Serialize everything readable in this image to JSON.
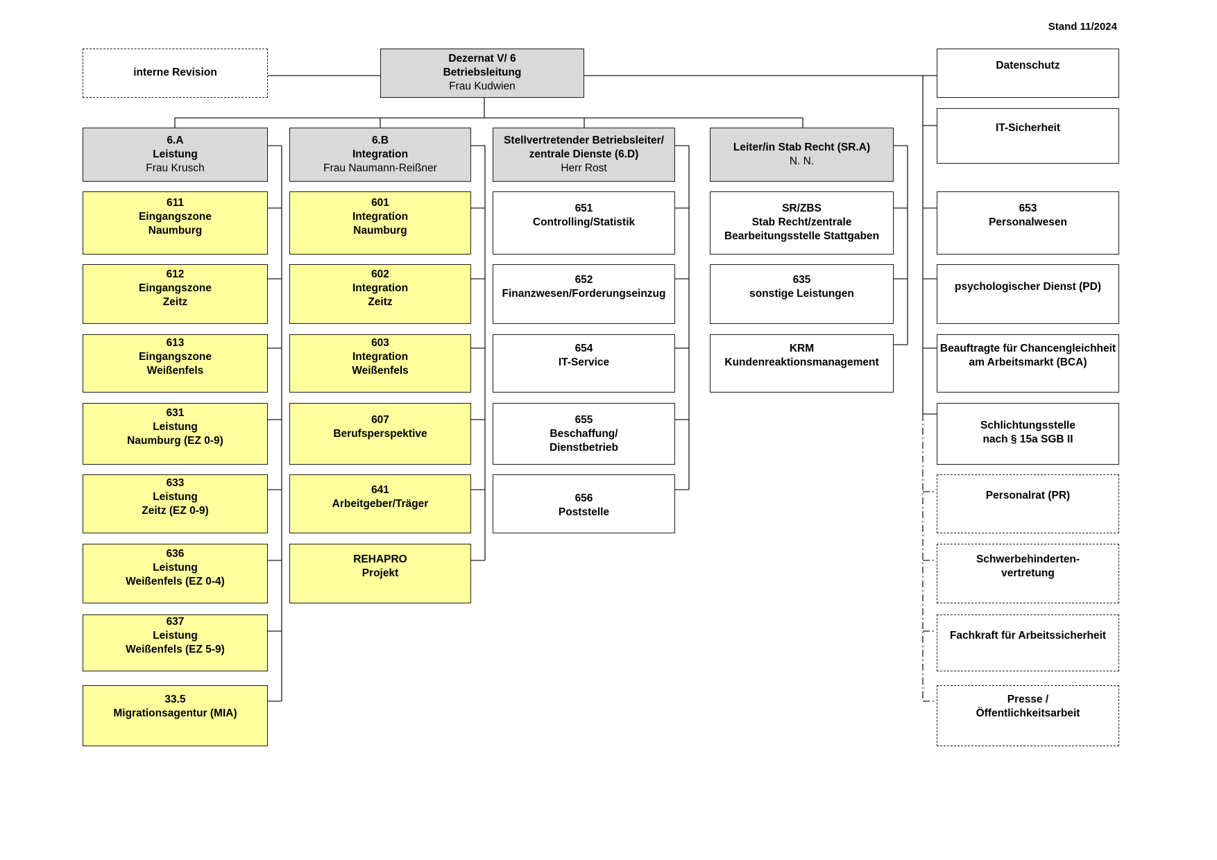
{
  "stand": "Stand 11/2024",
  "top": {
    "revision": "interne Revision",
    "dezernat_title": "Dezernat V/ 6",
    "dezernat_sub": "Betriebsleitung",
    "dezernat_person": "Frau Kudwien"
  },
  "heads": {
    "a": {
      "l1": "6.A",
      "l2": "Leistung",
      "person": "Frau Krusch"
    },
    "b": {
      "l1": "6.B",
      "l2": "Integration",
      "person": "Frau Naumann-Reißner"
    },
    "d": {
      "l1": "Stellvertretender Betriebsleiter/",
      "l2": "zentrale Dienste (6.D)",
      "person": "Herr Rost"
    },
    "sr": {
      "l1": "Leiter/in Stab Recht (SR.A)",
      "person": "N. N."
    }
  },
  "col_a": [
    {
      "l1": "611",
      "l2": "Eingangszone",
      "l3": "Naumburg"
    },
    {
      "l1": "612",
      "l2": "Eingangszone",
      "l3": "Zeitz"
    },
    {
      "l1": "613",
      "l2": "Eingangszone",
      "l3": "Weißenfels"
    },
    {
      "l1": "631",
      "l2": "Leistung",
      "l3": "Naumburg (EZ 0-9)"
    },
    {
      "l1": "633",
      "l2": "Leistung",
      "l3": "Zeitz (EZ 0-9)"
    },
    {
      "l1": "636",
      "l2": "Leistung",
      "l3": "Weißenfels (EZ 0-4)"
    },
    {
      "l1": "637",
      "l2": "Leistung",
      "l3": "Weißenfels (EZ 5-9)"
    },
    {
      "l1": "33.5",
      "l2": "Migrationsagentur (MIA)"
    }
  ],
  "col_b": [
    {
      "l1": "601",
      "l2": "Integration",
      "l3": "Naumburg"
    },
    {
      "l1": "602",
      "l2": "Integration",
      "l3": "Zeitz"
    },
    {
      "l1": "603",
      "l2": "Integration",
      "l3": "Weißenfels"
    },
    {
      "l1": "607",
      "l2": "Berufsperspektive"
    },
    {
      "l1": "641",
      "l2": "Arbeitgeber/Träger"
    },
    {
      "l1": "REHAPRO",
      "l2": "Projekt"
    }
  ],
  "col_d": [
    {
      "l1": "651",
      "l2": "Controlling/Statistik"
    },
    {
      "l1": "652",
      "l2": "Finanzwesen/Forderungseinzug"
    },
    {
      "l1": "654",
      "l2": "IT-Service"
    },
    {
      "l1": "655",
      "l2": "Beschaffung/",
      "l3": "Dienstbetrieb"
    },
    {
      "l1": "656",
      "l2": "Poststelle"
    }
  ],
  "col_sr": [
    {
      "l1": "SR/ZBS",
      "l2": "Stab Recht/zentrale",
      "l3": "Bearbeitungsstelle Stattgaben"
    },
    {
      "l1": "635",
      "l2": "sonstige Leistungen"
    },
    {
      "l1": "KRM",
      "l2": "Kundenreaktionsmanagement"
    }
  ],
  "col_right": [
    {
      "l1": "Datenschutz"
    },
    {
      "l1": "IT-Sicherheit"
    },
    {
      "l1": "653",
      "l2": "Personalwesen"
    },
    {
      "l1": "psychologischer Dienst (PD)"
    },
    {
      "l1": "Beauftragte für Chancengleichheit",
      "l2": "am Arbeitsmarkt (BCA)"
    },
    {
      "l1": "Schlichtungsstelle",
      "l2": "nach § 15a SGB II"
    },
    {
      "l1": "Personalrat (PR)"
    },
    {
      "l1": "Schwerbehinderten-",
      "l2": "vertretung"
    },
    {
      "l1": "Fachkraft für Arbeitssicherheit"
    },
    {
      "l1": "Presse /",
      "l2": "Öffentlichkeitsarbeit"
    }
  ]
}
